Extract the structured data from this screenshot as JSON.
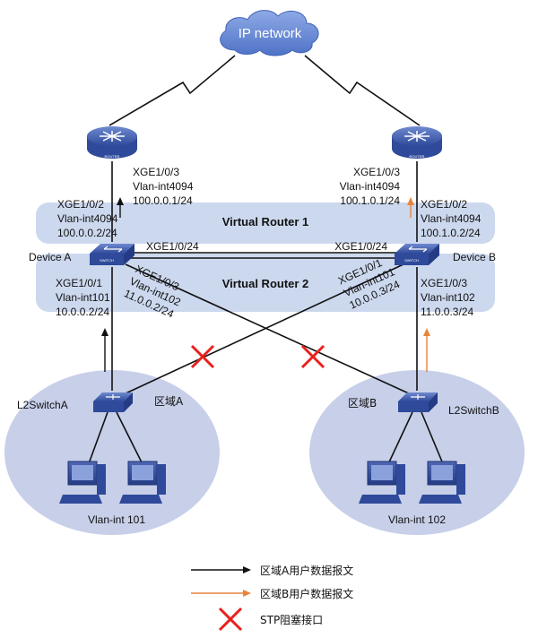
{
  "cloud": {
    "label": "IP network"
  },
  "routers": {
    "left_label": "ROUTER",
    "right_label": "ROUTER"
  },
  "switches": {
    "left_label": "SWITCH",
    "right_label": "SWITCH"
  },
  "bands": {
    "vr1": "Virtual Router 1",
    "vr2": "Virtual Router 2"
  },
  "devices": {
    "a": "Device A",
    "b": "Device B"
  },
  "ports": {
    "a_up": [
      "XGE1/0/3",
      "Vlan-int4094",
      "100.0.0.1/24"
    ],
    "b_up": [
      "XGE1/0/3",
      "Vlan-int4094",
      "100.1.0.1/24"
    ],
    "a_vr1": [
      "XGE1/0/2",
      "Vlan-int4094",
      "100.0.0.2/24"
    ],
    "b_vr1": [
      "XGE1/0/2",
      "Vlan-int4094",
      "100.1.0.2/24"
    ],
    "a_link": "XGE1/0/24",
    "b_link": "XGE1/0/24",
    "a_down": [
      "XGE1/0/1",
      "Vlan-int101",
      "10.0.0.2/24"
    ],
    "b_down": [
      "XGE1/0/3",
      "Vlan-int102",
      "11.0.0.3/24"
    ],
    "a_cross": [
      "XGE1/0/3",
      "Vlan-int102",
      "11.0.0.2/24"
    ],
    "b_cross": [
      "XGE1/0/1",
      "Vlan-int101",
      "10.0.0.3/24"
    ]
  },
  "areas": {
    "a_switch": "L2SwitchA",
    "b_switch": "L2SwitchB",
    "a_region": "区域A",
    "b_region": "区域B",
    "a_vlan": "Vlan-int 101",
    "b_vlan": "Vlan-int 102"
  },
  "legend": {
    "black_arrow": "区域A用户数据报文",
    "orange_arrow": "区域B用户数据报文",
    "stp_block": "STP阻塞接口"
  },
  "colors": {
    "band": "#c6d4ec",
    "area": "#c7cfe9",
    "device": "#3a56a8",
    "cloud": "#5a7fd1",
    "arrow_a": "#111111",
    "arrow_b": "#e8843a",
    "stp_x": "#e8201c"
  }
}
